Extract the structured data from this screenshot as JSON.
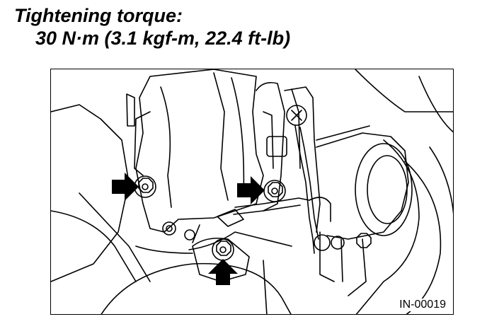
{
  "heading": {
    "label": "Tightening torque:",
    "value": "30 N·m (3.1 kgf-m, 22.4 ft-lb)"
  },
  "figure": {
    "code": "IN-00019",
    "arrow_color": "#000000",
    "line_color": "#000000"
  }
}
